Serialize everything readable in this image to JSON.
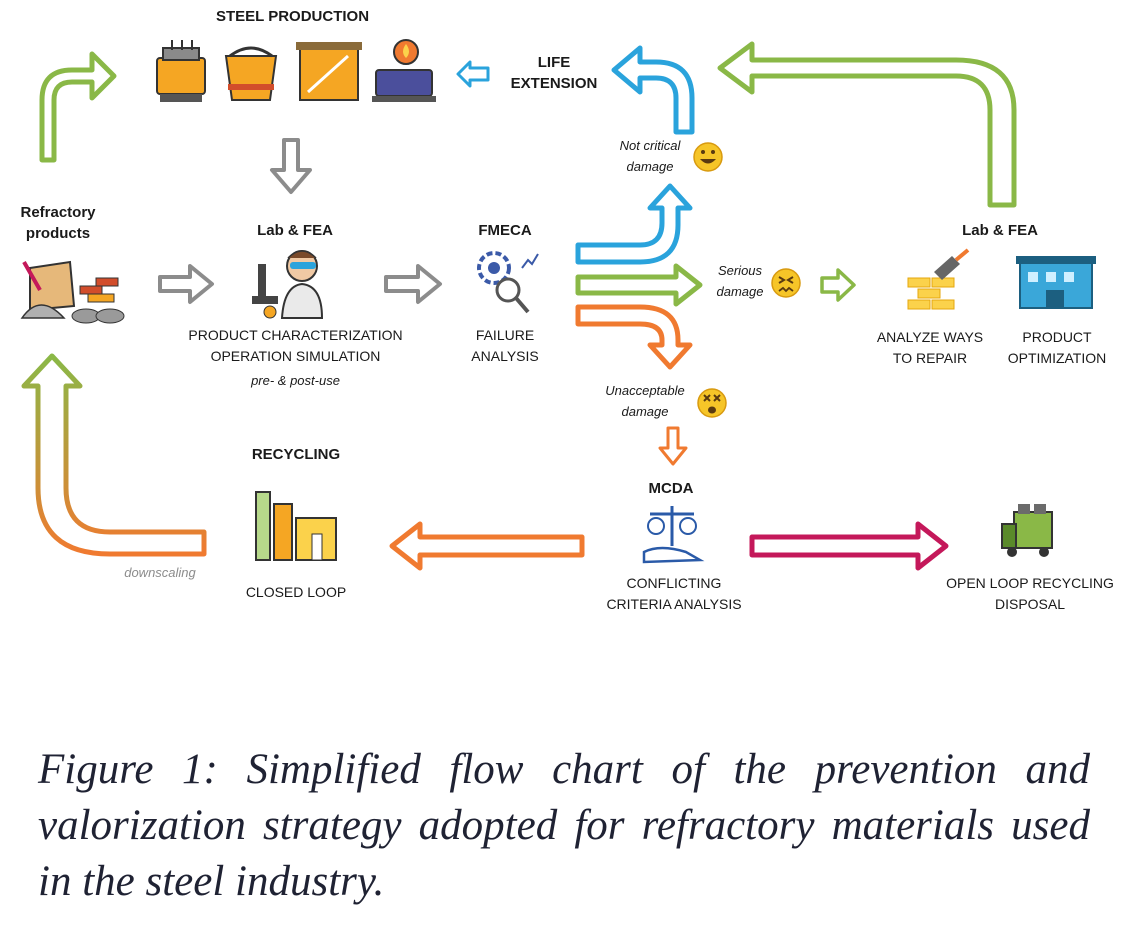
{
  "nodes": {
    "steel_production": {
      "title": "STEEL PRODUCTION"
    },
    "life_extension": {
      "line1": "LIFE",
      "line2": "EXTENSION"
    },
    "refractory_products": {
      "line1": "Refractory",
      "line2": "products"
    },
    "lab_fea_left": {
      "title": "Lab & FEA",
      "line1": "PRODUCT CHARACTERIZATION",
      "line2": "OPERATION SIMULATION",
      "note": "pre- & post-use"
    },
    "fmeca": {
      "title": "FMECA",
      "line1": "FAILURE",
      "line2": "ANALYSIS"
    },
    "not_critical": {
      "line1": "Not critical",
      "line2": "damage"
    },
    "serious": {
      "line1": "Serious",
      "line2": "damage"
    },
    "unacceptable": {
      "line1": "Unacceptable",
      "line2": "damage"
    },
    "lab_fea_right": {
      "title": "Lab & FEA"
    },
    "analyze_repair": {
      "line1": "ANALYZE WAYS",
      "line2": "TO REPAIR"
    },
    "product_optimization": {
      "line1": "PRODUCT",
      "line2": "OPTIMIZATION"
    },
    "recycling": {
      "title": "RECYCLING",
      "label": "CLOSED LOOP",
      "note": "downscaling"
    },
    "mcda": {
      "title": "MCDA",
      "line1": "CONFLICTING",
      "line2": "CRITERIA ANALYSIS"
    },
    "open_loop": {
      "line1": "OPEN LOOP RECYCLING",
      "line2": "DISPOSAL"
    }
  },
  "colors": {
    "green": "#8ab847",
    "blue": "#2aa3dc",
    "orange": "#f07a30",
    "gray": "#8c8c8c",
    "magenta": "#c4185a",
    "emoji_yellow": "#f6c528"
  },
  "icons": [
    "furnace-icon",
    "ladle-icon",
    "tundish-icon",
    "caster-icon",
    "refractory-bags-icon",
    "scientist-microscope-icon",
    "gear-magnifier-icon",
    "brick-trowel-icon",
    "building-icon",
    "factory-icon",
    "balance-hand-icon",
    "garbage-truck-icon",
    "grinning-emoji-icon",
    "confounded-emoji-icon",
    "dizzy-emoji-icon"
  ],
  "caption": "Figure 1: Simplified flow chart of the prevention and valorization strategy adopted for refractory materials used in the steel industry."
}
